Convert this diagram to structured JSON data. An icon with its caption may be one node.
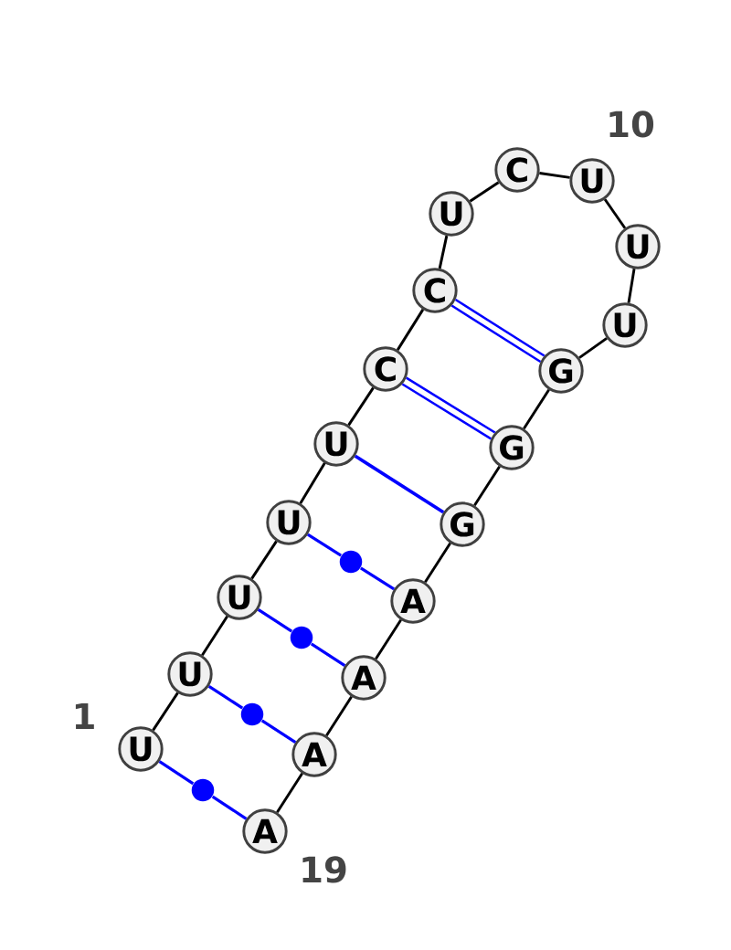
{
  "diagram": {
    "nodes": [
      {
        "text": [
          "U"
        ],
        "beside": [
          "1"
        ]
      },
      {
        "text": [
          "U"
        ]
      },
      {
        "text": [
          "U"
        ]
      },
      {
        "text": [
          "U"
        ]
      },
      {
        "text": [
          "U"
        ]
      },
      {
        "text": [
          "C"
        ]
      },
      {
        "text": [
          "C"
        ]
      },
      {
        "text": [
          "U"
        ]
      },
      {
        "text": [
          "C"
        ]
      },
      {
        "text": [
          "U"
        ],
        "beside": [
          "10"
        ]
      },
      {
        "text": [
          "U"
        ]
      },
      {
        "text": [
          "U"
        ]
      },
      {
        "text": [
          "G"
        ]
      },
      {
        "text": [
          "G"
        ]
      },
      {
        "text": [
          "G"
        ]
      },
      {
        "text": [
          "A"
        ]
      },
      {
        "text": [
          "A"
        ]
      },
      {
        "text": [
          "A"
        ]
      },
      {
        "text": [
          "A"
        ],
        "beside": [
          "19"
        ]
      },
      {
        "text": [],
        "shape": "circle"
      },
      {
        "text": [],
        "shape": "circle"
      },
      {
        "text": [],
        "shape": "circle"
      },
      {
        "text": [],
        "shape": "circle"
      }
    ],
    "edges": [
      {
        "from": 0,
        "to": 1,
        "arrow": "none"
      },
      {
        "from": 1,
        "to": 2,
        "arrow": "none"
      },
      {
        "from": 2,
        "to": 3,
        "arrow": "none"
      },
      {
        "from": 3,
        "to": 4,
        "arrow": "none"
      },
      {
        "from": 4,
        "to": 5,
        "arrow": "none"
      },
      {
        "from": 5,
        "to": 6,
        "arrow": "none"
      },
      {
        "from": 6,
        "to": 7,
        "arrow": "none"
      },
      {
        "from": 7,
        "to": 8,
        "arrow": "none"
      },
      {
        "from": 8,
        "to": 9,
        "arrow": "none"
      },
      {
        "from": 9,
        "to": 10,
        "arrow": "none"
      },
      {
        "from": 10,
        "to": 11,
        "arrow": "none"
      },
      {
        "from": 11,
        "to": 12,
        "arrow": "none"
      },
      {
        "from": 12,
        "to": 13,
        "arrow": "none"
      },
      {
        "from": 13,
        "to": 14,
        "arrow": "none"
      },
      {
        "from": 14,
        "to": 15,
        "arrow": "none"
      },
      {
        "from": 15,
        "to": 16,
        "arrow": "none"
      },
      {
        "from": 16,
        "to": 17,
        "arrow": "none"
      },
      {
        "from": 17,
        "to": 18,
        "arrow": "none"
      },
      {
        "from": 6,
        "to": 12,
        "arrow": "none",
        "color": "#0000ff"
      },
      {
        "from": 6,
        "to": 12,
        "arrow": "none",
        "color": "#0000ff"
      },
      {
        "from": 5,
        "to": 13,
        "arrow": "none",
        "color": "#0000ff"
      },
      {
        "from": 5,
        "to": 13,
        "arrow": "none",
        "color": "#0000ff"
      },
      {
        "from": 4,
        "to": 14,
        "arrow": "none",
        "color": "#0000ff"
      },
      {
        "from": 3,
        "to": 19,
        "arrow": "none",
        "color": "#0000ff"
      },
      {
        "from": 19,
        "to": 15,
        "arrow": "none",
        "color": "#0000ff"
      },
      {
        "from": 2,
        "to": 20,
        "arrow": "none",
        "color": "#0000ff"
      },
      {
        "from": 20,
        "to": 16,
        "arrow": "none",
        "color": "#0000ff"
      },
      {
        "from": 1,
        "to": 21,
        "arrow": "none",
        "color": "#0000ff"
      },
      {
        "from": 21,
        "to": 17,
        "arrow": "none",
        "color": "#0000ff"
      },
      {
        "from": 0,
        "to": 22,
        "arrow": "none",
        "color": "#0000ff"
      },
      {
        "from": 22,
        "to": 18,
        "arrow": "none",
        "color": "#0000ff"
      }
    ]
  }
}
